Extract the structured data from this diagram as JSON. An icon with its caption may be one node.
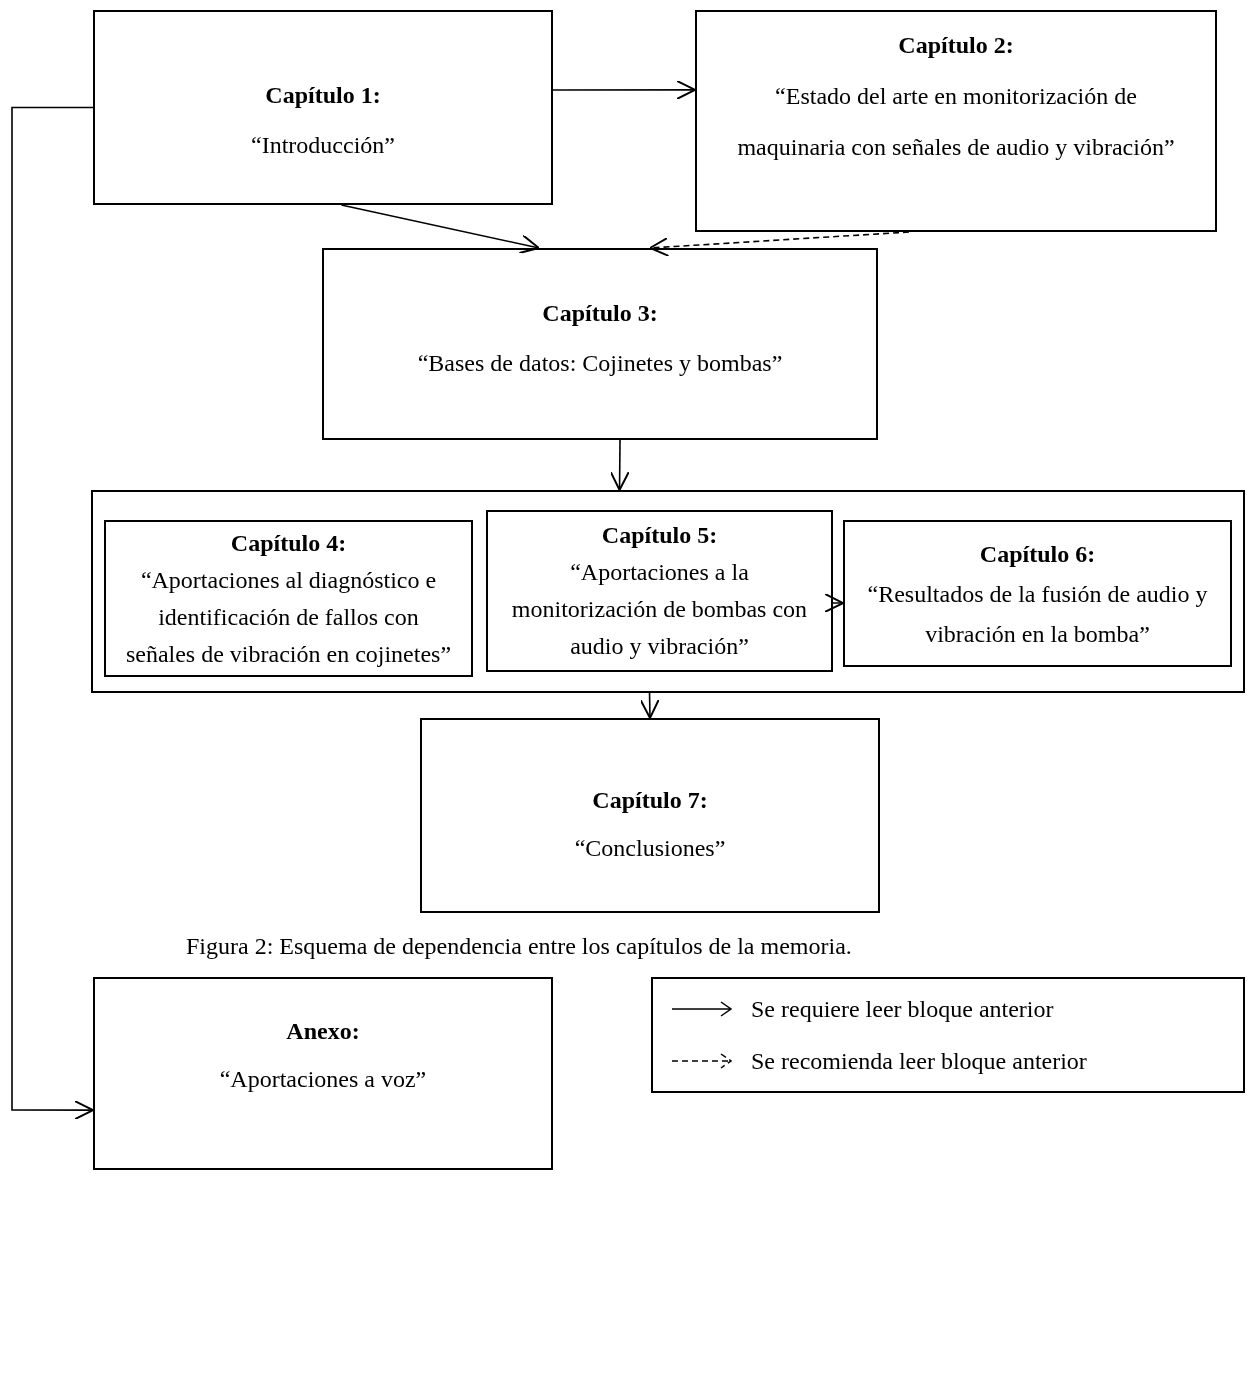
{
  "diagram": {
    "caption": "Figura 2: Esquema de dependencia entre los capítulos de la memoria.",
    "nodes": [
      {
        "text": [
          "Capítulo 1:",
          "“Introducción”"
        ]
      },
      {
        "text": [
          "Capítulo 2:",
          "“Estado del arte en monitorización de maquinaria con señales de audio y vibración”"
        ]
      },
      {
        "text": [
          "Capítulo 3:",
          "“Bases de datos: Cojinetes y bombas”"
        ]
      },
      {
        "text": [],
        "shape": "box"
      },
      {
        "text": [
          "Capítulo 4:",
          "“Aportaciones al diagnóstico e identificación de fallos con señales de vibración en cojinetes”"
        ],
        "in": 3
      },
      {
        "text": [
          "Capítulo 5:",
          "“Aportaciones a la monitorización de bombas con audio y vibración”"
        ],
        "in": 3
      },
      {
        "text": [
          "Capítulo 6:",
          "“Resultados de la fusión de audio y vibración en la bomba”"
        ],
        "in": 3
      },
      {
        "text": [
          "Capítulo 7:",
          "“Conclusiones”"
        ]
      },
      {
        "text": [
          "Anexo:",
          "“Aportaciones a voz”"
        ]
      }
    ],
    "edges": [
      {
        "from": 0,
        "to": 1,
        "arrow": "to"
      },
      {
        "from": 0,
        "to": 2,
        "arrow": "to"
      },
      {
        "from": 1,
        "to": 2,
        "arrow": "to",
        "style": "dashed"
      },
      {
        "from": 2,
        "to": 3,
        "arrow": "to"
      },
      {
        "from": 5,
        "to": 6,
        "arrow": "to"
      },
      {
        "from": 3,
        "to": 7,
        "arrow": "to"
      },
      {
        "from": 0,
        "to": 8,
        "arrow": "to"
      }
    ],
    "legend": [
      {
        "text": "Se requiere leer bloque anterior"
      },
      {
        "text": "Se recomienda leer bloque anterior"
      }
    ]
  }
}
